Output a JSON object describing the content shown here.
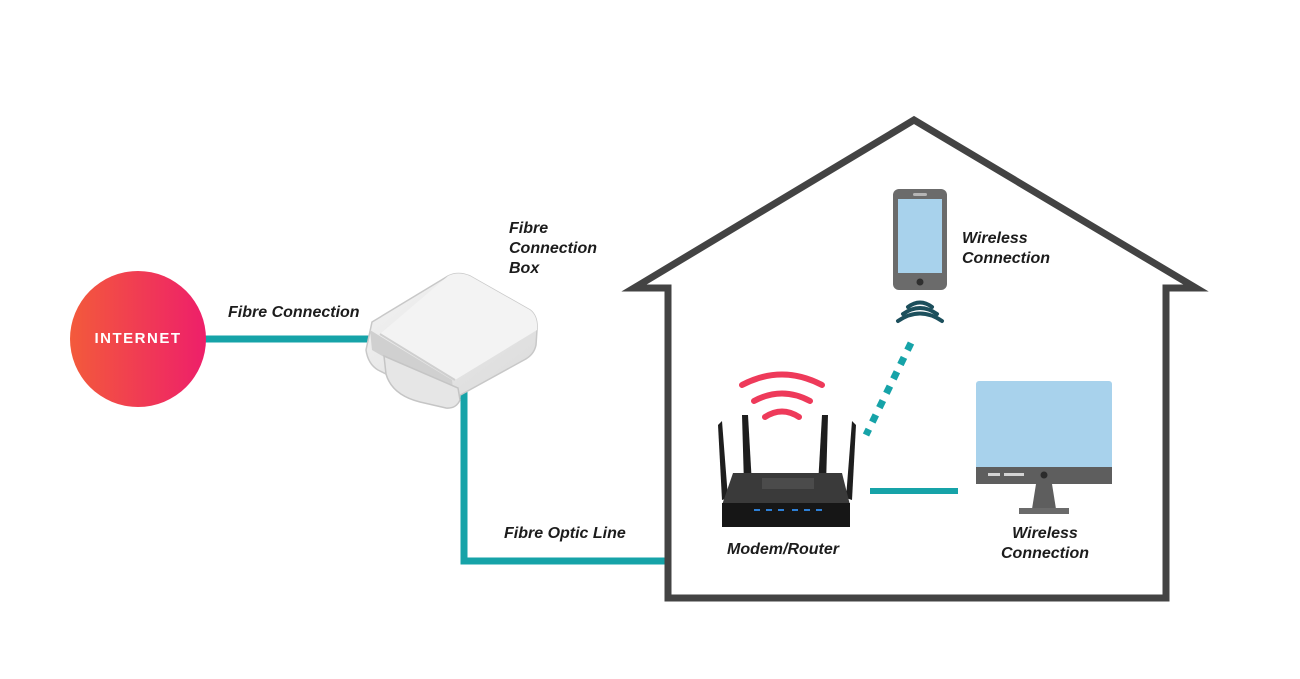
{
  "internet": {
    "label": "INTERNET"
  },
  "labels": {
    "fibre_connection": "Fibre Connection",
    "fibre_box": [
      "Fibre",
      "Connection",
      "Box"
    ],
    "fibre_optic_line": "Fibre Optic Line",
    "modem_router": "Modem/Router",
    "wireless_phone": [
      "Wireless",
      "Connection"
    ],
    "wireless_monitor": [
      "Wireless",
      "Connection"
    ]
  },
  "colors": {
    "internet_gradient_start": "#f35a3b",
    "internet_gradient_end": "#ee1f6a",
    "fibre_line": "#16a3a8",
    "house_outline": "#434343",
    "wifi_signal": "#ee3a5a",
    "phone_screen": "#a8d2ec",
    "device_body": "#6b6b6b"
  },
  "icons": [
    "internet-circle",
    "fibre-box-icon",
    "house-outline",
    "phone-icon",
    "router-icon",
    "monitor-icon",
    "wifi-signal-icon"
  ]
}
